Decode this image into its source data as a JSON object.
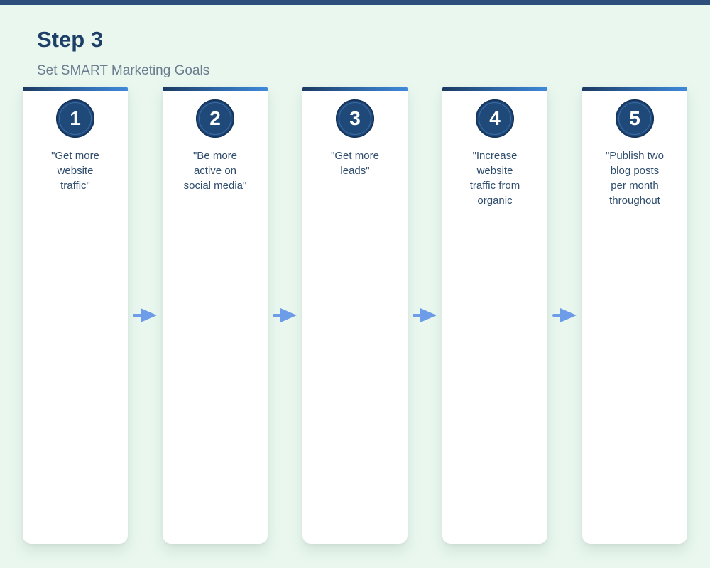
{
  "page": {
    "title": "Step 3",
    "subtitle": "Set SMART Marketing Goals"
  },
  "colors": {
    "top_bar": "#2e4e7c",
    "background": "#e9f7ef",
    "card_strip_gradient_start": "#1b3a61",
    "card_strip_gradient_end": "#3f8ad9",
    "circle_fill": "#1f4979",
    "circle_ring": "#3a6ba6",
    "heading_text": "#1d3e66",
    "subtitle_text": "#6b7d8e",
    "card_text": "#2f4d6d",
    "arrow": "#6d9ce8"
  },
  "steps": [
    {
      "number": "1",
      "lines": [
        "\"Get more",
        "website",
        "traffic\""
      ]
    },
    {
      "number": "2",
      "lines": [
        "\"Be more",
        "active on",
        "social media\""
      ]
    },
    {
      "number": "3",
      "lines": [
        "\"Get more",
        "leads\""
      ]
    },
    {
      "number": "4",
      "lines": [
        "\"Increase",
        "website",
        "traffic from",
        "organic"
      ]
    },
    {
      "number": "5",
      "lines": [
        "\"Publish two",
        "blog posts",
        "per month",
        "throughout"
      ]
    }
  ]
}
